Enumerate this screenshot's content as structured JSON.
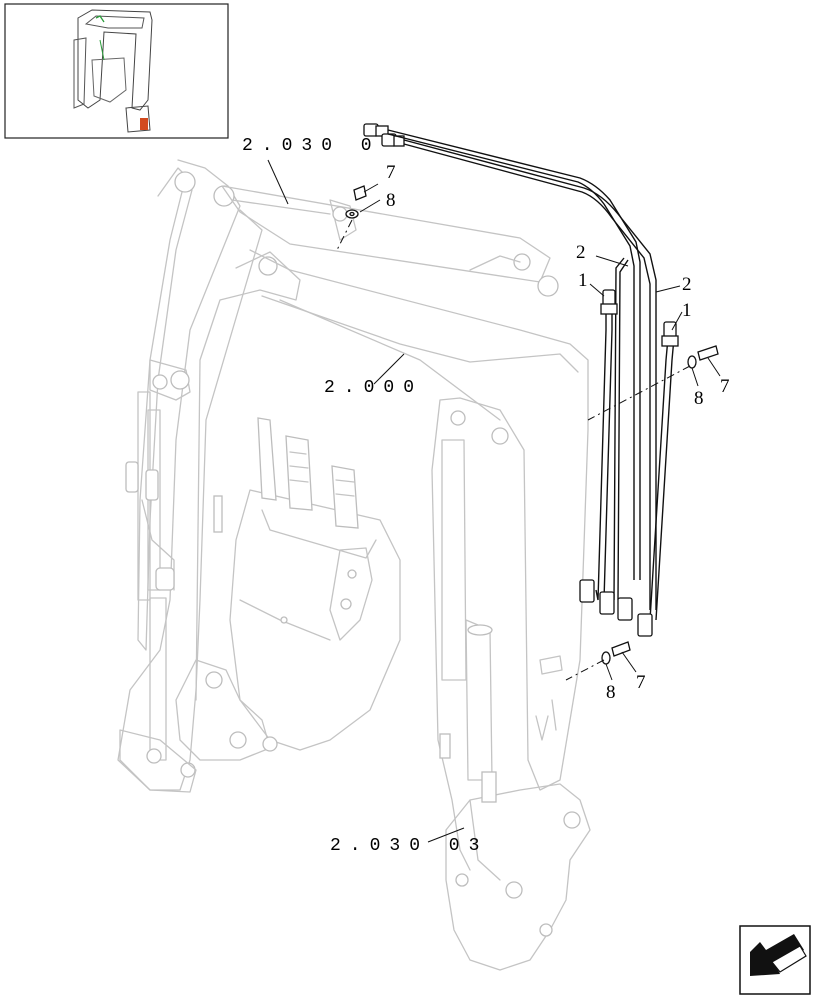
{
  "callouts": {
    "hose_left": "1",
    "hose_right": "1",
    "pipe_left": "2",
    "pipe_right": "2",
    "bolt_top": "7",
    "washer_top": "8",
    "bolt_mid": "7",
    "washer_mid": "8",
    "bolt_low": "7",
    "washer_low": "8"
  },
  "references": {
    "top_section": "2.030 0",
    "boom_section": "2.000",
    "bottom_section": "2.030 03"
  },
  "icons": {
    "thumbnail": "excavator-thumbnail-icon",
    "nav": "next-page-arrow-icon"
  }
}
